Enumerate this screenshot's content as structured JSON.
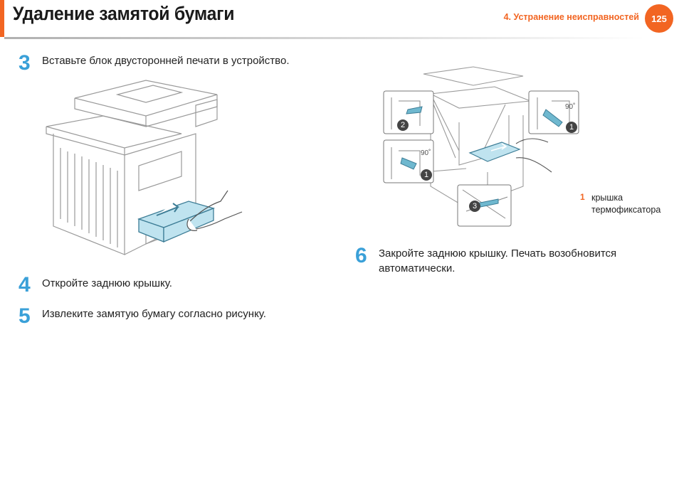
{
  "header": {
    "title": "Удаление замятой бумаги",
    "chapter": "4.  Устранение неисправностей",
    "page_number": "125",
    "accent_color": "#f26522"
  },
  "steps": [
    {
      "number": "3",
      "text": "Вставьте блок двусторонней печати в устройство."
    },
    {
      "number": "4",
      "text": "Откройте заднюю крышку."
    },
    {
      "number": "5",
      "text": "Извлеките замятую бумагу согласно рисунку."
    },
    {
      "number": "6",
      "text": "Закройте заднюю крышку. Печать возобновится автоматически."
    }
  ],
  "step_color": "#3aa0d8",
  "figure_right": {
    "callouts": [
      "2",
      "1",
      "1",
      "3"
    ],
    "angle_labels": [
      "90˚",
      "90˚"
    ],
    "legend": [
      {
        "number": "1",
        "text": "крышка термофиксатора"
      }
    ]
  }
}
